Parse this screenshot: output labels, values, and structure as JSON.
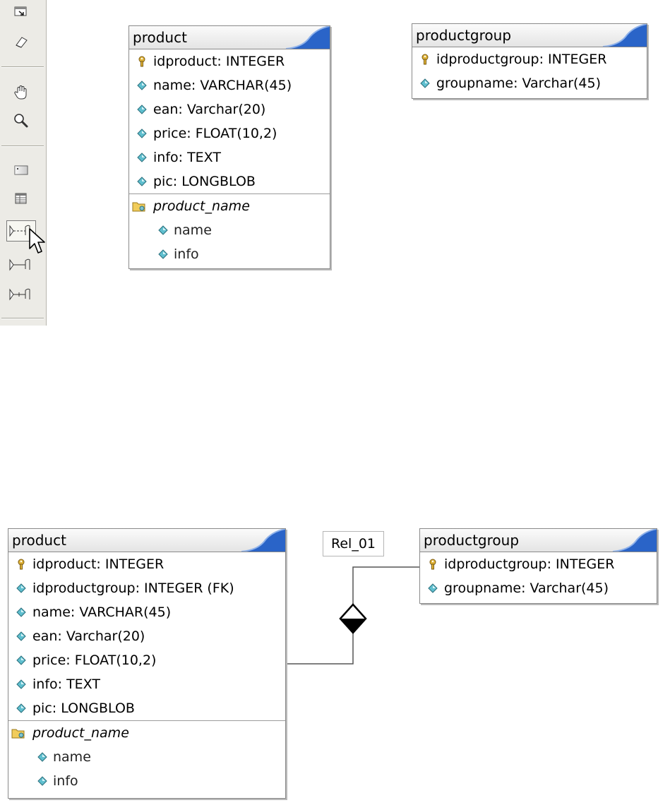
{
  "toolbar": {
    "tools": [
      {
        "name": "new-view-icon"
      },
      {
        "name": "eraser-icon"
      },
      {
        "name": "hand-icon"
      },
      {
        "name": "zoom-icon"
      },
      {
        "name": "image-icon"
      },
      {
        "name": "table-icon"
      },
      {
        "name": "relation-1-n-nonidentifying-icon",
        "active": true
      },
      {
        "name": "relation-1-1-icon"
      },
      {
        "name": "relation-n-m-icon"
      }
    ]
  },
  "diagram_top": {
    "product": {
      "title": "product",
      "pk": "idproduct: INTEGER",
      "columns": [
        "name: VARCHAR(45)",
        "ean: Varchar(20)",
        "price: FLOAT(10,2)",
        "info: TEXT",
        "pic: LONGBLOB"
      ],
      "index": {
        "name": "product_name",
        "columns": [
          "name",
          "info"
        ]
      }
    },
    "productgroup": {
      "title": "productgroup",
      "pk": "idproductgroup: INTEGER",
      "columns": [
        "groupname: Varchar(45)"
      ]
    }
  },
  "diagram_bottom": {
    "product": {
      "title": "product",
      "pk": "idproduct: INTEGER",
      "columns": [
        "idproductgroup: INTEGER (FK)",
        "name: VARCHAR(45)",
        "ean: Varchar(20)",
        "price: FLOAT(10,2)",
        "info: TEXT",
        "pic: LONGBLOB"
      ],
      "index": {
        "name": "product_name",
        "columns": [
          "name",
          "info"
        ]
      }
    },
    "productgroup": {
      "title": "productgroup",
      "pk": "idproductgroup: INTEGER",
      "columns": [
        "groupname: Varchar(45)"
      ]
    },
    "relation": {
      "label": "Rel_01"
    }
  },
  "colors": {
    "header_accent": "#2a64c8",
    "column_diamond": "#4aa8b8",
    "key": "#c9a227",
    "folder": "#e8c04a"
  }
}
